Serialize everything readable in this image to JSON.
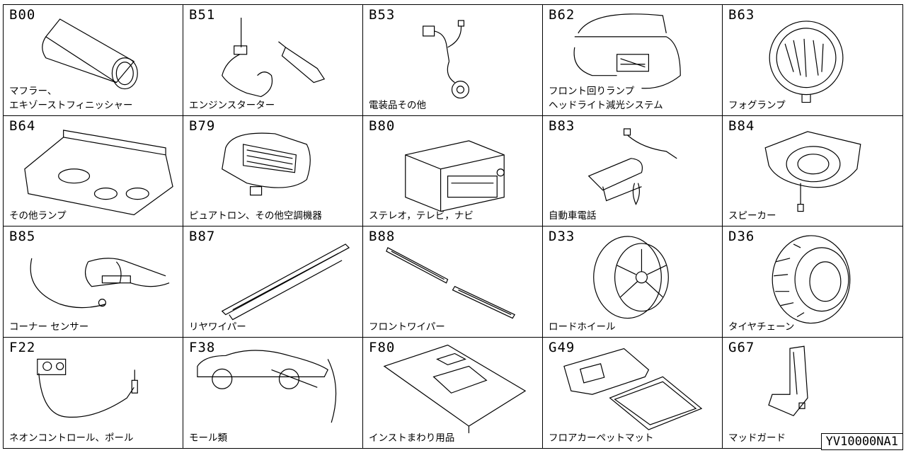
{
  "catalog": {
    "items": [
      {
        "code": "B00",
        "label": "マフラー、\nエキゾーストフィニッシャー",
        "icon": "muffler-icon"
      },
      {
        "code": "B51",
        "label": "エンジンスターター",
        "icon": "engine-starter-icon"
      },
      {
        "code": "B53",
        "label": "電装品その他",
        "icon": "electrical-parts-icon"
      },
      {
        "code": "B62",
        "label": "フロント回りランプ\nヘッドライト減光システム",
        "icon": "front-lamp-icon"
      },
      {
        "code": "B63",
        "label": "フォグランプ",
        "icon": "fog-lamp-icon"
      },
      {
        "code": "B64",
        "label": "その他ランプ",
        "icon": "room-lamp-icon"
      },
      {
        "code": "B79",
        "label": "ピュアトロン、その他空調機器",
        "icon": "air-purifier-icon"
      },
      {
        "code": "B80",
        "label": "ステレオ，テレビ，ナビ",
        "icon": "stereo-icon"
      },
      {
        "code": "B83",
        "label": "自動車電話",
        "icon": "car-phone-icon"
      },
      {
        "code": "B84",
        "label": "スピーカー",
        "icon": "speaker-icon"
      },
      {
        "code": "B85",
        "label": "コーナー センサー",
        "icon": "corner-sensor-icon"
      },
      {
        "code": "B87",
        "label": "リヤワイパー",
        "icon": "rear-wiper-icon"
      },
      {
        "code": "B88",
        "label": "フロントワイパー",
        "icon": "front-wiper-icon"
      },
      {
        "code": "D33",
        "label": "ロードホイール",
        "icon": "road-wheel-icon"
      },
      {
        "code": "D36",
        "label": "タイヤチェーン",
        "icon": "tire-chain-icon"
      },
      {
        "code": "F22",
        "label": "ネオンコントロール、ポール",
        "icon": "neon-control-icon"
      },
      {
        "code": "F38",
        "label": "モール類",
        "icon": "molding-icon"
      },
      {
        "code": "F80",
        "label": "インストまわり用品",
        "icon": "console-panel-icon"
      },
      {
        "code": "G49",
        "label": "フロアカーペットマット",
        "icon": "floor-mat-icon"
      },
      {
        "code": "G67",
        "label": "マッドガード",
        "icon": "mud-guard-icon"
      }
    ]
  },
  "reference_code": "YV10000NA1"
}
